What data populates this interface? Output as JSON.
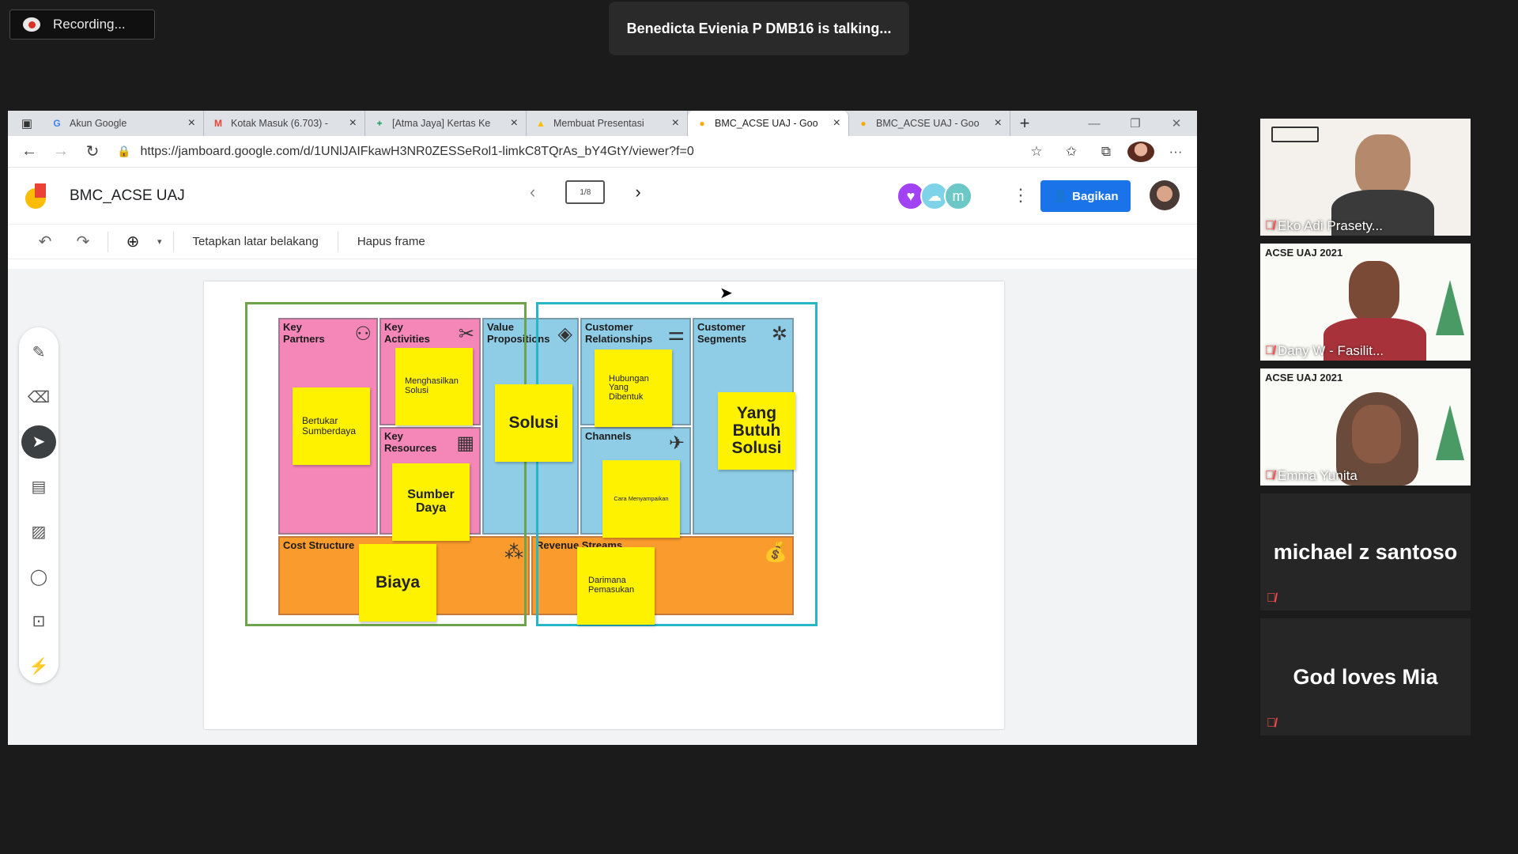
{
  "meeting": {
    "recording_label": "Recording...",
    "speaker_banner": "Benedicta Evienia P DMB16 is talking..."
  },
  "browser": {
    "tabs": [
      {
        "title": "Akun Google",
        "favicon": "G",
        "color": "#4285f4",
        "active": false
      },
      {
        "title": "Kotak Masuk (6.703) -",
        "favicon": "M",
        "color": "#ea4335",
        "active": false
      },
      {
        "title": "[Atma Jaya] Kertas Ke",
        "favicon": "+",
        "color": "#0f9d58",
        "active": false
      },
      {
        "title": "Membuat Presentasi",
        "favicon": "▲",
        "color": "#fbbc04",
        "active": false
      },
      {
        "title": "BMC_ACSE UAJ - Goo",
        "favicon": "●",
        "color": "#f9ab00",
        "active": true
      },
      {
        "title": "BMC_ACSE UAJ - Goo",
        "favicon": "●",
        "color": "#f9ab00",
        "active": false
      }
    ],
    "url": "https://jamboard.google.com/d/1UNlJAIFkawH3NR0ZESSeRol1-limkC8TQrAs_bY4GtY/viewer?f=0"
  },
  "jamboard": {
    "title": "BMC_ACSE UAJ",
    "frame_indicator": "1/8",
    "avatar_letter": "m",
    "share_label": "Bagikan",
    "toolbar": {
      "set_background": "Tetapkan latar belakang",
      "clear_frame": "Hapus frame"
    }
  },
  "canvas": {
    "cells": {
      "key_partners": "Key\nPartners",
      "key_activities": "Key\nActivities",
      "key_resources": "Key\nResources",
      "value_propositions": "Value\nPropositions",
      "customer_relationships": "Customer\nRelationships",
      "channels": "Channels",
      "customer_segments": "Customer\nSegments",
      "cost_structure": "Cost Structure",
      "revenue_streams": "Revenue Streams"
    },
    "stickies": {
      "key_partners": "Bertukar\nSumberdaya",
      "key_activities": "Menghasilkan\nSolusi",
      "key_resources": "Sumber\nDaya",
      "value_propositions": "Solusi",
      "customer_relationships": "Hubungan\nYang\nDibentuk",
      "channels": "Cara Menyampaikan",
      "customer_segments": "Yang\nButuh\nSolusi",
      "cost_structure": "Biaya",
      "revenue_streams": "Darimana\nPemasukan"
    }
  },
  "participants": [
    {
      "name": "Eko Adi Prasety...",
      "type": "video",
      "muted": true
    },
    {
      "name": "Dany W - Fasilit...",
      "type": "video",
      "muted": true,
      "banner": "ACSE UAJ 2021"
    },
    {
      "name": "Emma Yunita",
      "type": "video",
      "muted": true,
      "banner": "ACSE UAJ 2021"
    },
    {
      "name": "michael z santoso",
      "type": "name",
      "muted": true
    },
    {
      "name": "God loves Mia",
      "type": "name",
      "muted": true
    }
  ],
  "colors": {
    "sticky": "#fff200",
    "share_button": "#1a73e8",
    "frame_left": "#6da34d",
    "frame_right": "#27b6c6"
  }
}
